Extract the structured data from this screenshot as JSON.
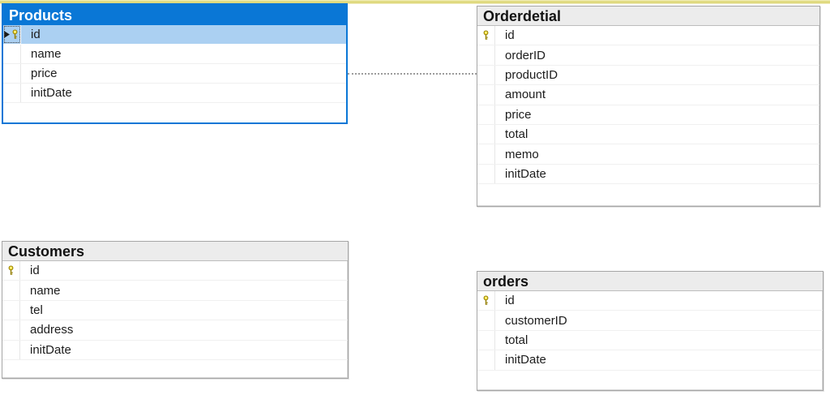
{
  "tables": [
    {
      "name": "Products",
      "selected": true,
      "fields": [
        {
          "name": "id",
          "primary_key": true,
          "selected": true
        },
        {
          "name": "name",
          "primary_key": false,
          "selected": false
        },
        {
          "name": "price",
          "primary_key": false,
          "selected": false
        },
        {
          "name": "initDate",
          "primary_key": false,
          "selected": false
        }
      ]
    },
    {
      "name": "Orderdetial",
      "selected": false,
      "fields": [
        {
          "name": "id",
          "primary_key": true,
          "selected": false
        },
        {
          "name": "orderID",
          "primary_key": false,
          "selected": false
        },
        {
          "name": "productID",
          "primary_key": false,
          "selected": false
        },
        {
          "name": "amount",
          "primary_key": false,
          "selected": false
        },
        {
          "name": "price",
          "primary_key": false,
          "selected": false
        },
        {
          "name": "total",
          "primary_key": false,
          "selected": false
        },
        {
          "name": "memo",
          "primary_key": false,
          "selected": false
        },
        {
          "name": "initDate",
          "primary_key": false,
          "selected": false
        }
      ]
    },
    {
      "name": "Customers",
      "selected": false,
      "fields": [
        {
          "name": "id",
          "primary_key": true,
          "selected": false
        },
        {
          "name": "name",
          "primary_key": false,
          "selected": false
        },
        {
          "name": "tel",
          "primary_key": false,
          "selected": false
        },
        {
          "name": "address",
          "primary_key": false,
          "selected": false
        },
        {
          "name": "initDate",
          "primary_key": false,
          "selected": false
        }
      ]
    },
    {
      "name": "orders",
      "selected": false,
      "fields": [
        {
          "name": "id",
          "primary_key": true,
          "selected": false
        },
        {
          "name": "customerID",
          "primary_key": false,
          "selected": false
        },
        {
          "name": "total",
          "primary_key": false,
          "selected": false
        },
        {
          "name": "initDate",
          "primary_key": false,
          "selected": false
        }
      ]
    }
  ],
  "relationships": [
    {
      "from": "Products",
      "to": "Orderdetial",
      "style": "dotted"
    }
  ],
  "icons": {
    "primary_key": "key-icon",
    "selected_row_marker": "row-marker-arrow-icon"
  },
  "colors": {
    "accent": "#0a77d6",
    "selected_row": "#abd0f2",
    "table_header_bg": "#ececec",
    "table_border": "#a6a6a6",
    "row_separator": "#f0f0f0",
    "relationship_line": "#9c9c9c",
    "top_strip": "#ded87a",
    "top_strip_light": "#f6f3c4",
    "key_gold": "#fbe63f",
    "text": "#1c1c1c"
  }
}
